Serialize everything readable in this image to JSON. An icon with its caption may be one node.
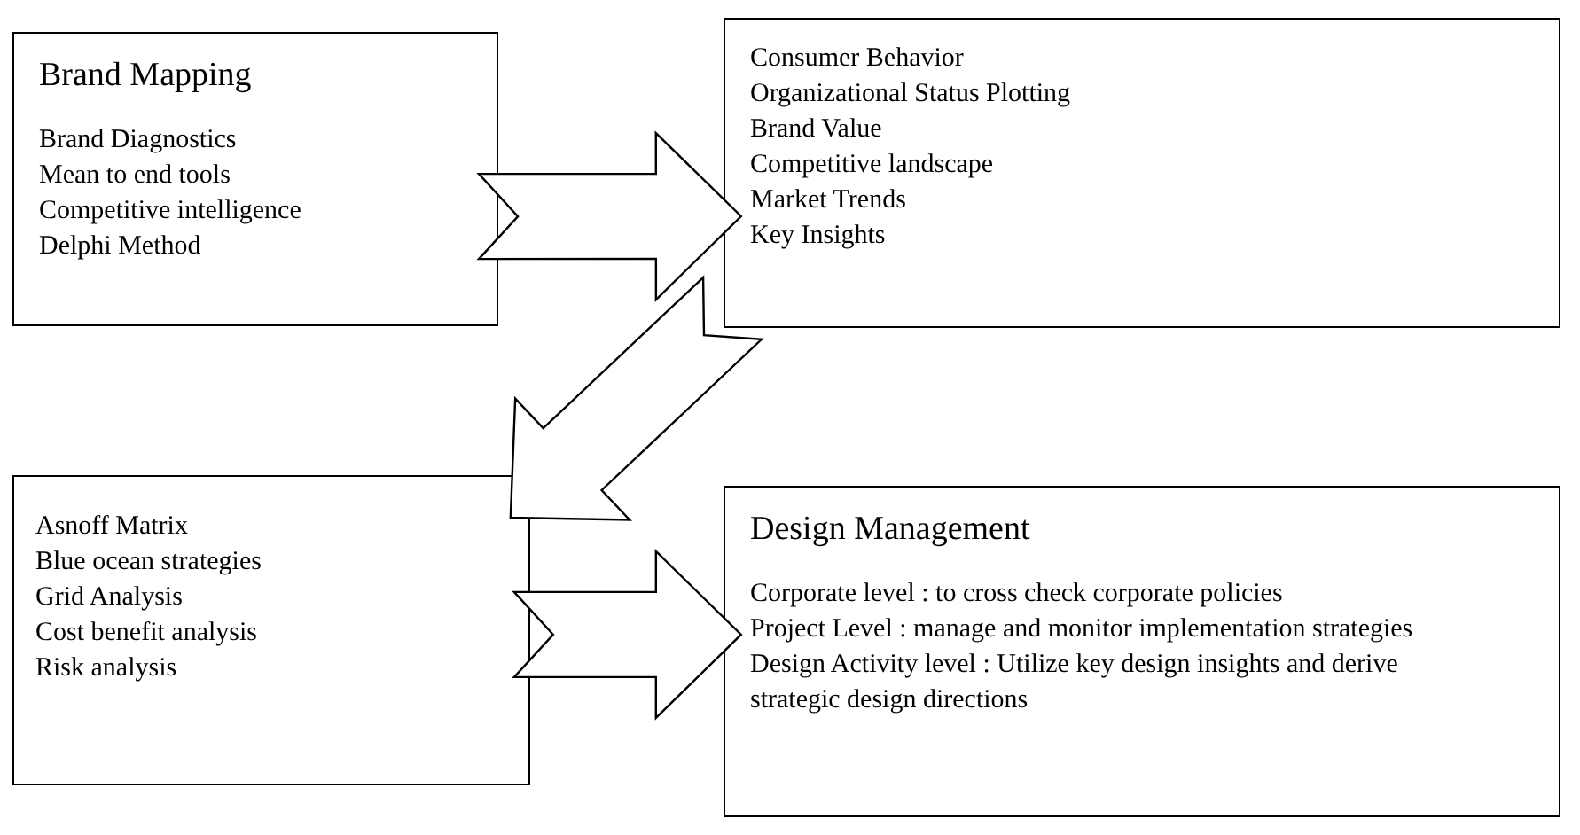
{
  "diagram": {
    "nodes": [
      {
        "text": [
          "Brand Mapping",
          "Brand Diagnostics",
          "Mean to end tools",
          "Competitive intelligence",
          "Delphi Method"
        ]
      },
      {
        "text": [
          "Consumer Behavior",
          "Organizational Status Plotting",
          "Brand Value",
          "Competitive landscape",
          "Market Trends",
          "Key Insights"
        ]
      },
      {
        "text": [
          "Asnoff Matrix",
          "Blue ocean strategies",
          "Grid Analysis",
          "Cost benefit analysis",
          "Risk analysis"
        ]
      },
      {
        "text": [
          "Design Management",
          "Corporate level : to cross check corporate policies",
          "Project Level : manage and monitor implementation strategies",
          "Design Activity level : Utilize key design insights and derive strategic design directions"
        ]
      }
    ],
    "edges": [
      {
        "from": 0,
        "to": 1,
        "arrow": "to"
      },
      {
        "from": 1,
        "to": 2,
        "arrow": "to"
      },
      {
        "from": 2,
        "to": 3,
        "arrow": "to"
      }
    ]
  }
}
